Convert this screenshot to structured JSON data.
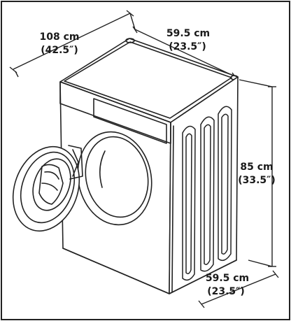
{
  "dimensions": {
    "depth_open": {
      "metric": "108 cm",
      "imperial": "(42.5″)"
    },
    "width_top": {
      "metric": "59.5 cm",
      "imperial": "(23.5″)"
    },
    "height": {
      "metric": "85 cm",
      "imperial": "(33.5″)"
    },
    "depth_bottom": {
      "metric": "59.5 cm",
      "imperial": "(23.5″)"
    }
  }
}
